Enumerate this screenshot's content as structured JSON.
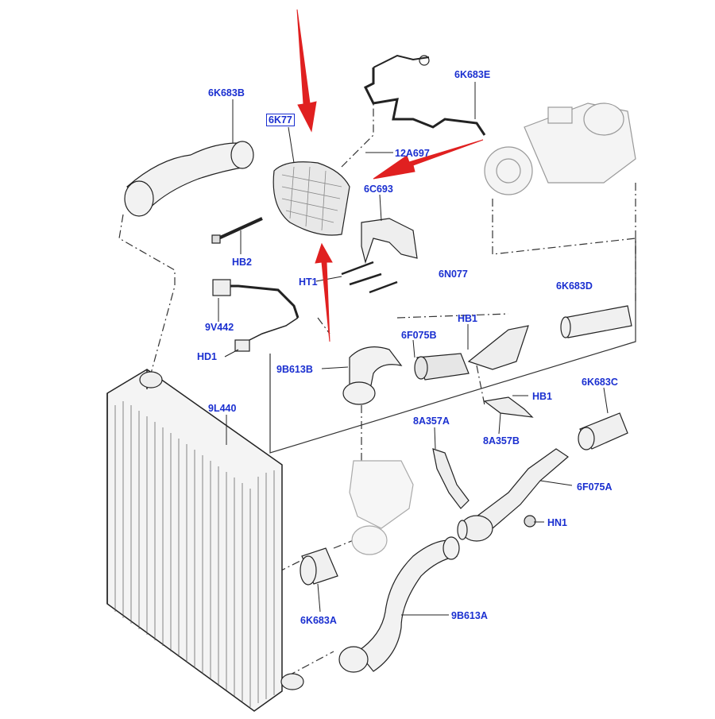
{
  "labels": {
    "6K683B": "6K683B",
    "6K77": "6K77",
    "12A697": "12A697",
    "6K683E": "6K683E",
    "6C693": "6C693",
    "HB2": "HB2",
    "HT1": "HT1",
    "6N077": "6N077",
    "6K683D": "6K683D",
    "9V442": "9V442",
    "HB1_top": "HB1",
    "6F075B": "6F075B",
    "HD1": "HD1",
    "9B613B": "9B613B",
    "HB1_right": "HB1",
    "6K683C": "6K683C",
    "9L440": "9L440",
    "8A357A": "8A357A",
    "8A357B": "8A357B",
    "6F075A": "6F075A",
    "HN1": "HN1",
    "6K683A": "6K683A",
    "9B613A": "9B613A"
  },
  "colors": {
    "label": "#1a2fd0",
    "arrow": "#e02020",
    "line": "#222222",
    "part_fill": "#f2f2f2"
  }
}
